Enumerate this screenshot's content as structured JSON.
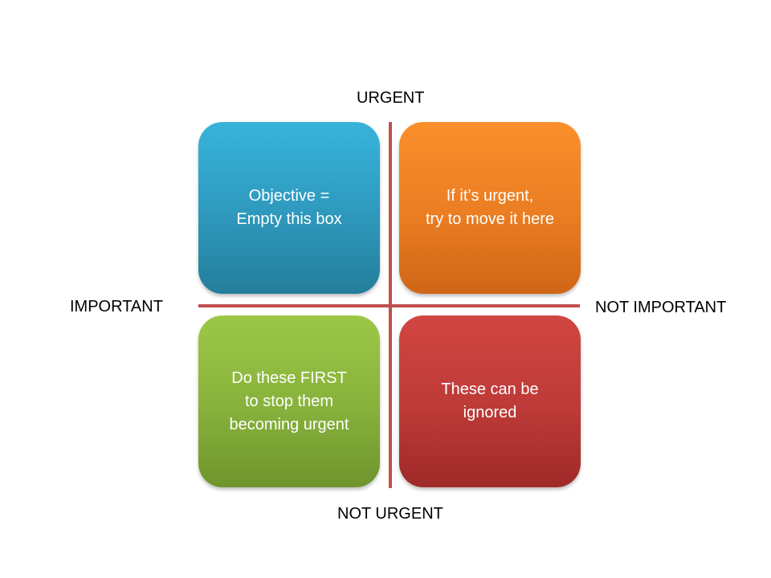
{
  "axes": {
    "top": "URGENT",
    "bottom": "NOT URGENT",
    "left": "IMPORTANT",
    "right": "NOT IMPORTANT"
  },
  "quadrants": {
    "top_left": "Objective =\nEmpty this box",
    "top_right": "If it’s urgent,\ntry to move it here",
    "bottom_left": "Do these FIRST\nto stop them\nbecoming urgent",
    "bottom_right": "These can be\nignored"
  },
  "colors": {
    "top_left": "#2e98bc",
    "top_right": "#ea7d22",
    "bottom_left": "#86b13b",
    "bottom_right": "#bc3a37",
    "axis_line": "#c0504d"
  }
}
